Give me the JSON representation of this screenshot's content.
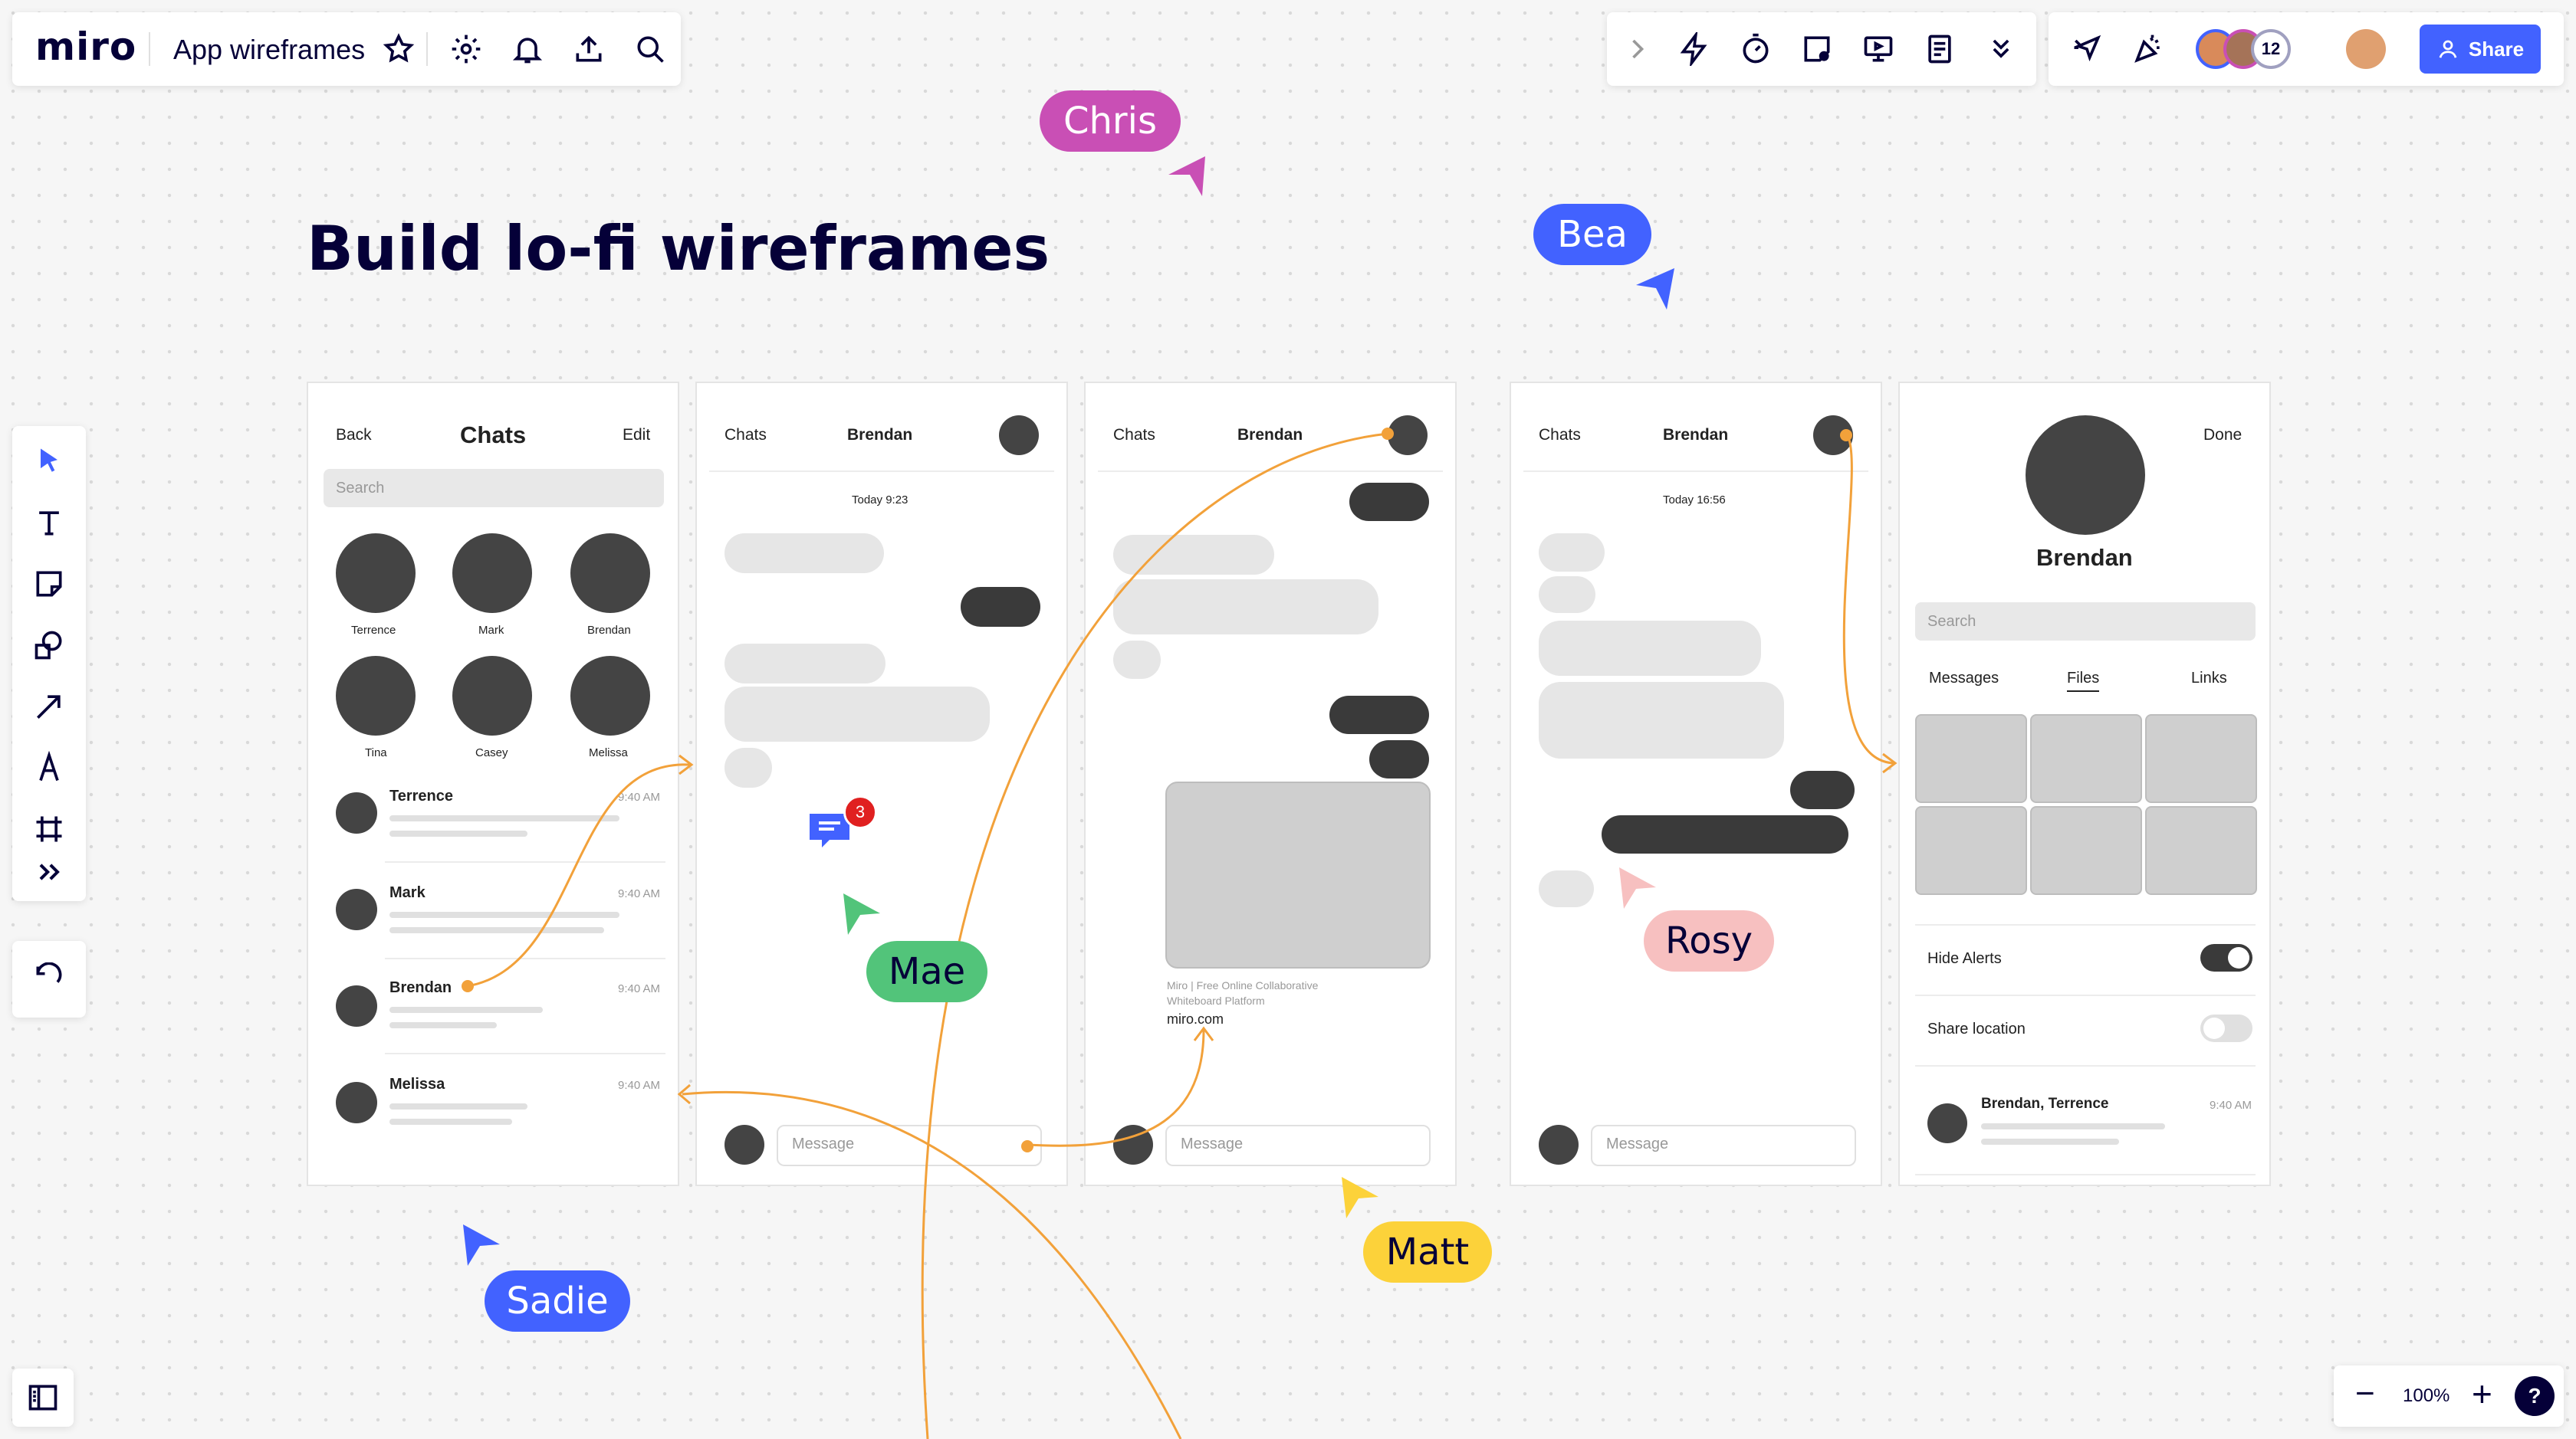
{
  "app": {
    "logo": "miro",
    "board_name": "App wireframes"
  },
  "topbar_right": {
    "share_label": "Share",
    "collaborator_count": "12"
  },
  "board": {
    "title": "Build lo-fi wireframes"
  },
  "cursors": {
    "chris": {
      "label": "Chris",
      "color": "#c94fb5"
    },
    "bea": {
      "label": "Bea",
      "color": "#4262ff"
    },
    "mae": {
      "label": "Mae",
      "color": "#52c47a"
    },
    "rosy": {
      "label": "Rosy",
      "color": "#f7c0c0"
    },
    "sadie": {
      "label": "Sadie",
      "color": "#4262ff"
    },
    "matt": {
      "label": "Matt",
      "color": "#fcd23a"
    }
  },
  "frame1": {
    "back": "Back",
    "title": "Chats",
    "edit": "Edit",
    "search": "Search",
    "avatars": [
      "Terrence",
      "Mark",
      "Brendan",
      "Tina",
      "Casey",
      "Melissa"
    ],
    "rows": [
      {
        "name": "Terrence",
        "time": "9:40 AM"
      },
      {
        "name": "Mark",
        "time": "9:40 AM"
      },
      {
        "name": "Brendan",
        "time": "9:40 AM"
      },
      {
        "name": "Melissa",
        "time": "9:40 AM"
      }
    ]
  },
  "frame2": {
    "back": "Chats",
    "title": "Brendan",
    "time": "Today 9:23",
    "message": "Message",
    "badge": "3"
  },
  "frame3": {
    "back": "Chats",
    "title": "Brendan",
    "link_caption": "Miro | Free Online Collaborative Whiteboard Platform",
    "link_url": "miro.com",
    "message": "Message"
  },
  "frame4": {
    "back": "Chats",
    "title": "Brendan",
    "time": "Today 16:56",
    "message": "Message"
  },
  "frame5": {
    "done": "Done",
    "name": "Brendan",
    "search": "Search",
    "tabs": [
      "Messages",
      "Files",
      "Links"
    ],
    "hide_alerts": "Hide Alerts",
    "share_location": "Share location",
    "row_name": "Brendan, Terrence",
    "row_time": "9:40 AM"
  },
  "zoom": {
    "level": "100%",
    "minus": "−",
    "plus": "+",
    "help": "?"
  },
  "colors": {
    "accent": "#4262ff",
    "connector": "#f2a13a"
  }
}
